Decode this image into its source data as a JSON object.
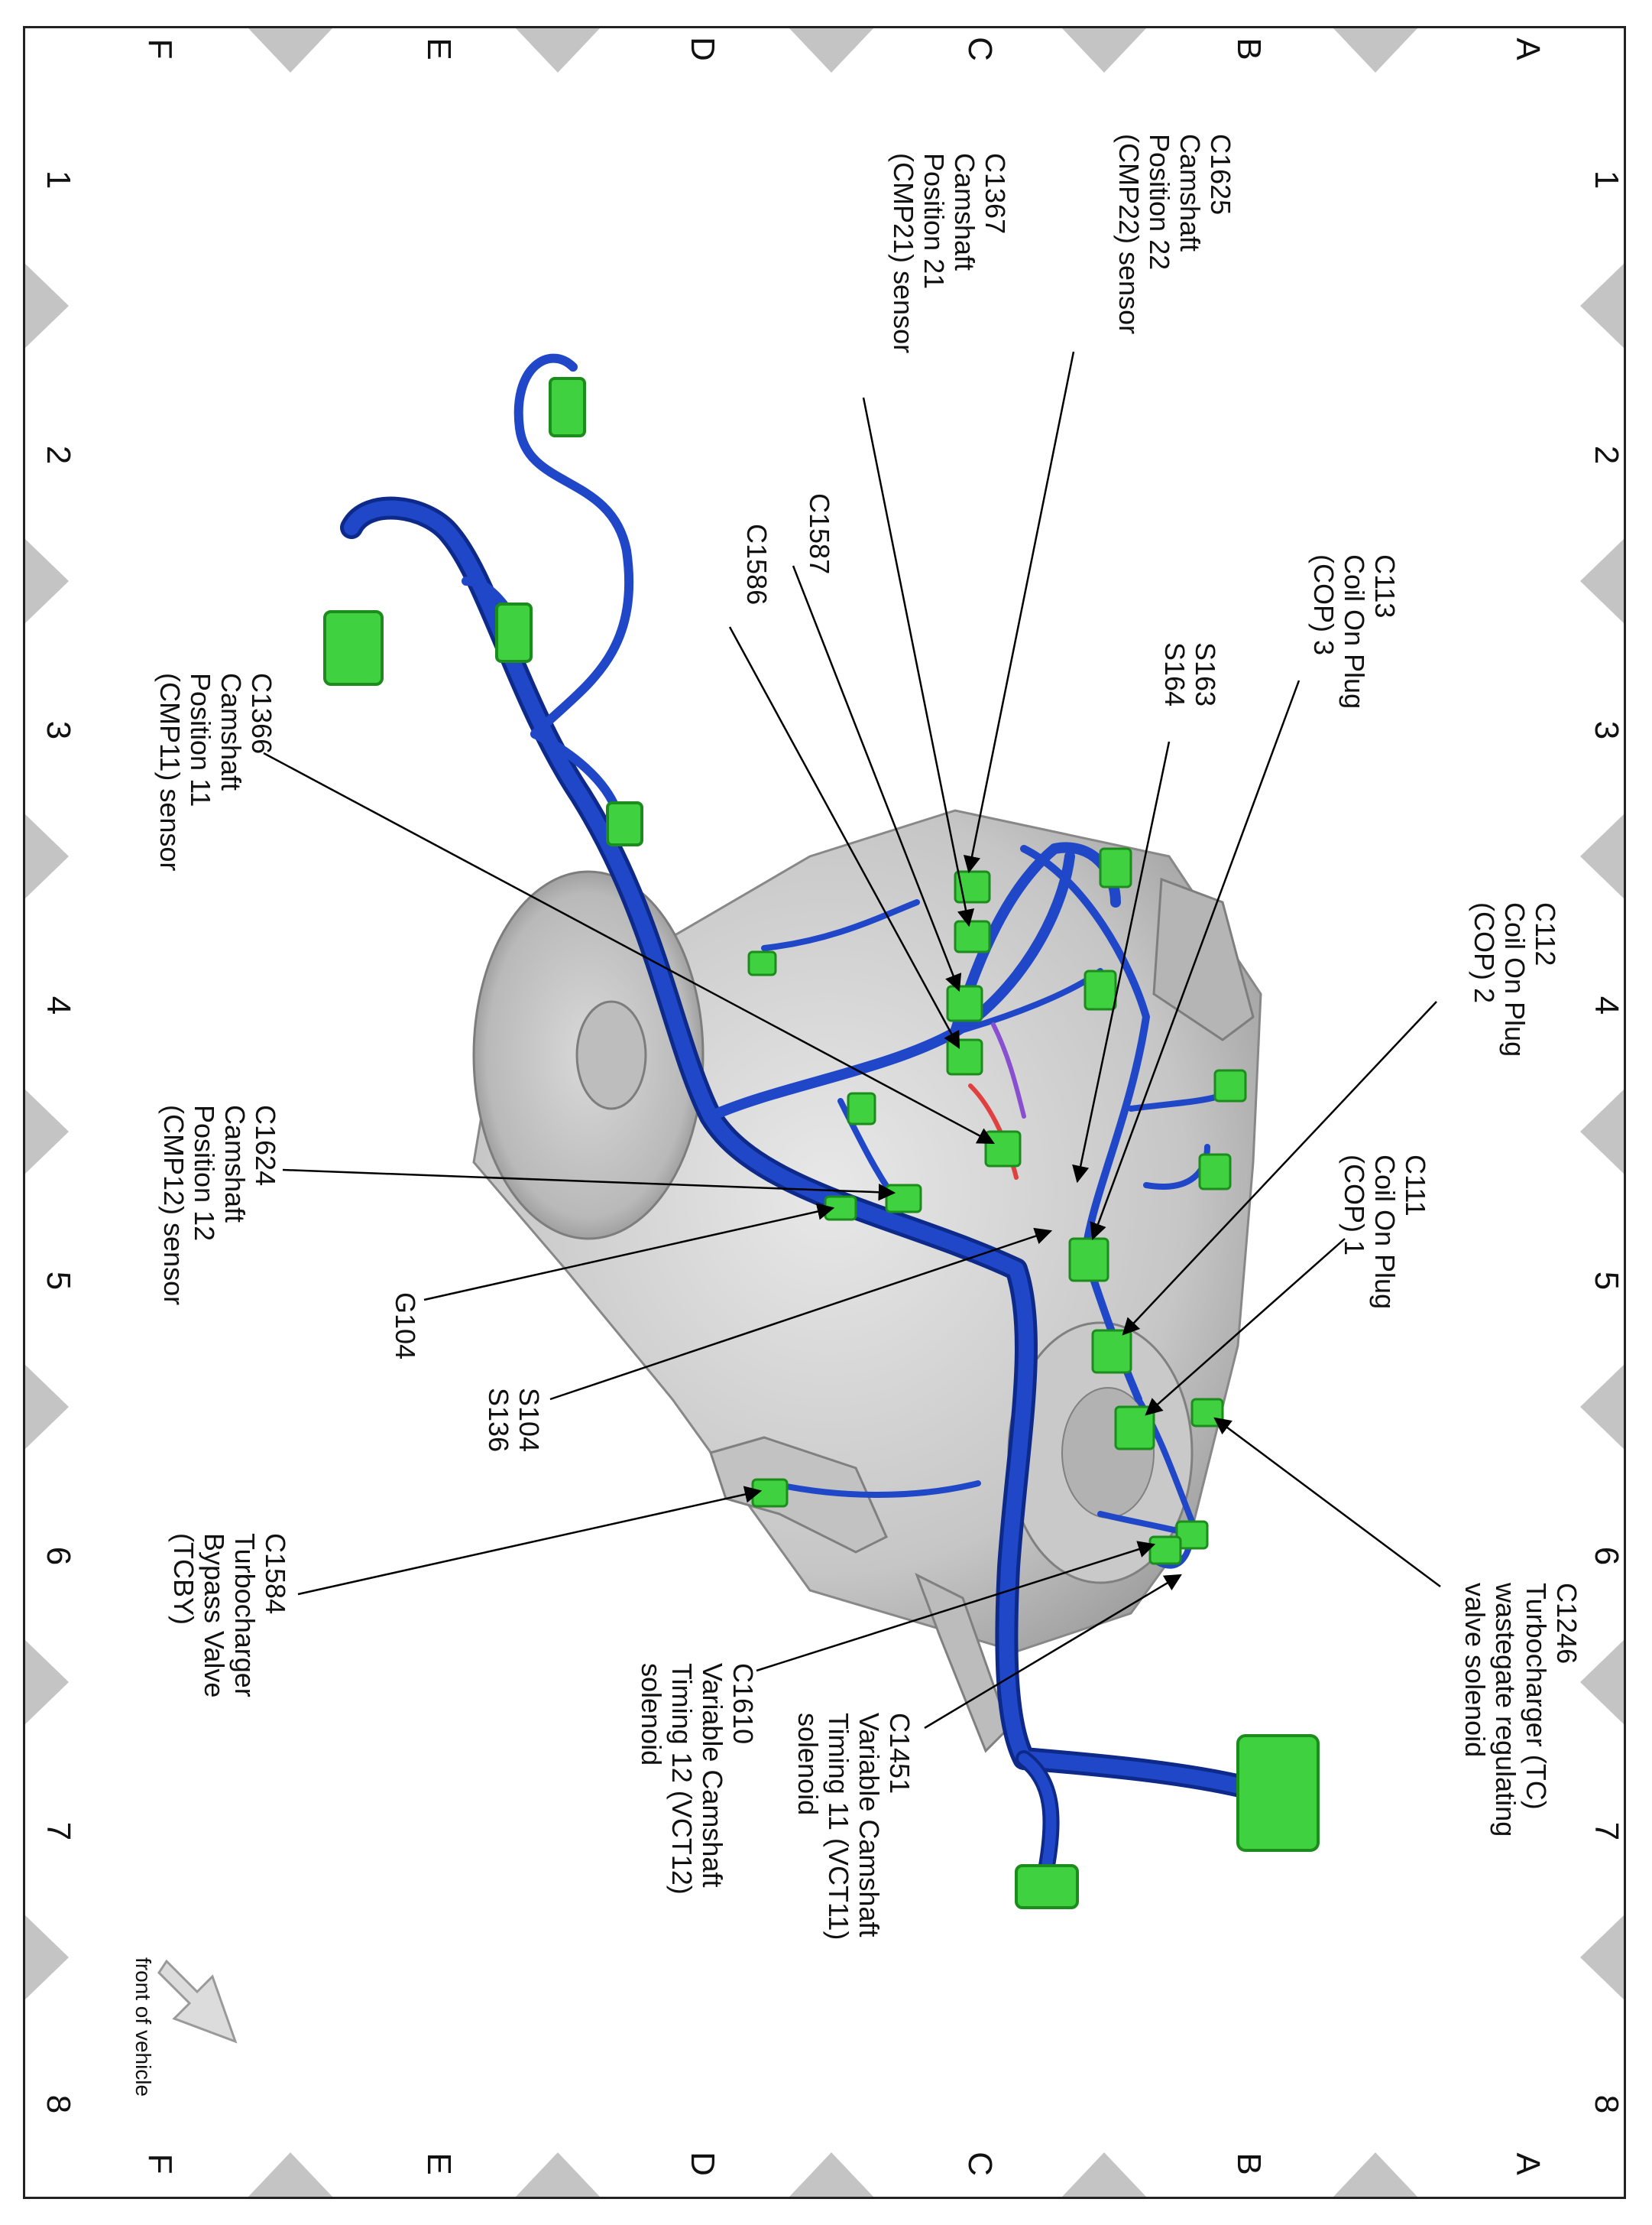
{
  "grid": {
    "rows": [
      "A",
      "B",
      "C",
      "D",
      "E",
      "F"
    ],
    "columns": [
      "1",
      "2",
      "3",
      "4",
      "5",
      "6",
      "7",
      "8"
    ]
  },
  "callouts": [
    {
      "id": "c1625",
      "lines": [
        "C1625",
        "Camshaft",
        "Position 22",
        "(CMP22) sensor"
      ]
    },
    {
      "id": "c1367",
      "lines": [
        "C1367",
        "Camshaft",
        "Position 21",
        "(CMP21) sensor"
      ]
    },
    {
      "id": "c1587",
      "lines": [
        "C1587"
      ]
    },
    {
      "id": "c1586",
      "lines": [
        "C1586"
      ]
    },
    {
      "id": "c113",
      "lines": [
        "C113",
        "Coil On Plug",
        "(COP) 3"
      ]
    },
    {
      "id": "s163",
      "lines": [
        "S163",
        "S164"
      ]
    },
    {
      "id": "c1366",
      "lines": [
        "C1366",
        "Camshaft",
        "Position 11",
        "(CMP11) sensor"
      ]
    },
    {
      "id": "c112",
      "lines": [
        "C112",
        "Coil On Plug",
        "(COP) 2"
      ]
    },
    {
      "id": "c1624",
      "lines": [
        "C1624",
        "Camshaft",
        "Position 12",
        "(CMP12) sensor"
      ]
    },
    {
      "id": "c111",
      "lines": [
        "C111",
        "Coil On Plug",
        "(COP) 1"
      ]
    },
    {
      "id": "g104",
      "lines": [
        "G104"
      ]
    },
    {
      "id": "s104",
      "lines": [
        "S104",
        "S136"
      ]
    },
    {
      "id": "c1246",
      "lines": [
        "C1246",
        "Turbocharger (TC)",
        "wastegate regulating",
        "valve solenoid"
      ]
    },
    {
      "id": "c1584",
      "lines": [
        "C1584",
        "Turbocharger",
        "Bypass Valve",
        "(TCBY)"
      ]
    },
    {
      "id": "c1610",
      "lines": [
        "C1610",
        "Variable Camshaft",
        "Timing 12 (VCT12)",
        "solenoid"
      ]
    },
    {
      "id": "c1451",
      "lines": [
        "C1451",
        "Variable Camshaft",
        "Timing 11 (VCT11)",
        "solenoid"
      ]
    }
  ],
  "orientation_note": "front of vehicle",
  "colors": {
    "harness": "#1f47c8",
    "harness_dark": "#0d2a8a",
    "connector": "#3fd13f",
    "connector_dark": "#1c8c1c",
    "engine": "#cfcfcf",
    "engine_shadow": "#9a9a9a",
    "grid_marker": "#c4c4c4"
  }
}
